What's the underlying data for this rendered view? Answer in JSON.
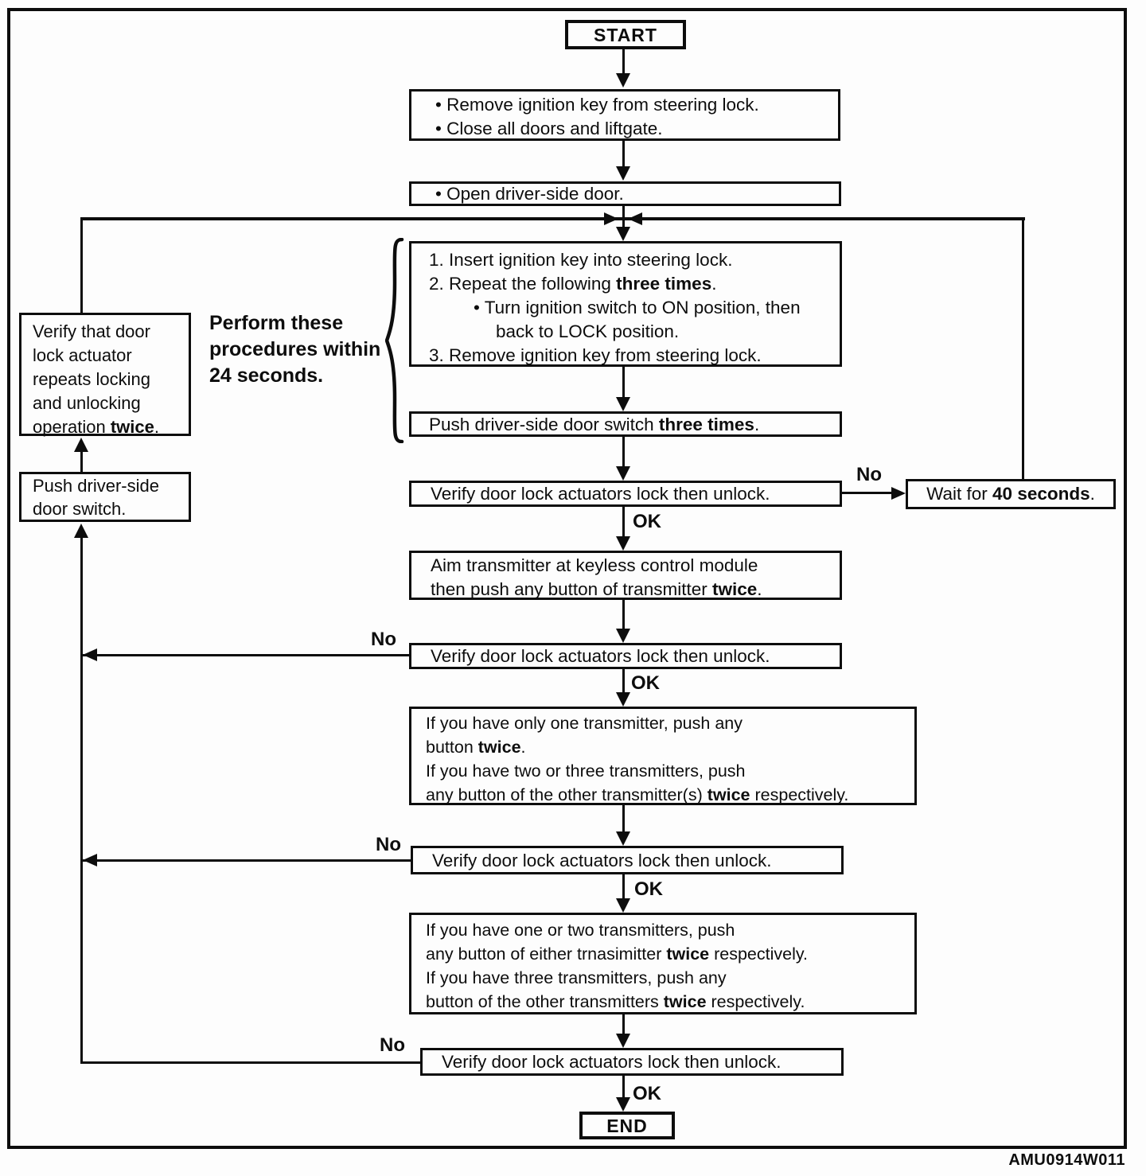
{
  "figure": {
    "code": "AMU0914W011",
    "labels": {
      "no": "No",
      "ok": "OK"
    },
    "start": {
      "label": "START"
    },
    "prep": {
      "line1": "• Remove ignition key from steering lock.",
      "line2": "• Close all doors and liftgate."
    },
    "open_door": {
      "line1": "• Open driver-side door."
    },
    "procedure": {
      "step1": "1. Insert ignition key into steering lock.",
      "step2_pre": "2. Repeat the following ",
      "step2_bold": "three times",
      "step2_post": ".",
      "step2_sub1": "• Turn ignition switch to ON position, then",
      "step2_sub2": "back to LOCK position.",
      "step3": "3. Remove ignition key from steering lock."
    },
    "timing_note": {
      "line1": "Perform these",
      "line2": "procedures within",
      "line3": "24 seconds."
    },
    "verify_actuator": {
      "line1": "Verify that door",
      "line2": "lock actuator",
      "line3": "repeats locking",
      "line4": "and unlocking",
      "line5_pre": "operation ",
      "line5_bold": "twice",
      "line5_post": "."
    },
    "push_door_switch": {
      "line1": "Push driver-side",
      "line2": "door switch."
    },
    "push_three_times": {
      "pre": "Push driver-side door switch ",
      "bold": "three times",
      "post": "."
    },
    "verify_lock": {
      "text": "Verify door lock actuators lock then unlock."
    },
    "wait": {
      "pre": "Wait for ",
      "bold": "40 seconds",
      "post": "."
    },
    "aim_transmitter": {
      "line1": "Aim transmitter at keyless control module",
      "line2_pre": "then push any button of transmitter ",
      "line2_bold": "twice",
      "line2_post": "."
    },
    "one_transmitter": {
      "line1": "If you have only one transmitter, push any",
      "line2_pre": "button ",
      "line2_bold": "twice",
      "line2_post": ".",
      "line3": "If you have two or three transmitters, push",
      "line4_pre": "any button of the other transmitter(s) ",
      "line4_bold": "twice",
      "line4_post": " respectively."
    },
    "other_transmitters": {
      "line1": "If you have one or two transmitters, push",
      "line2_pre": "any button of either trnasimitter ",
      "line2_bold": "twice",
      "line2_post": " respectively.",
      "line3": "If you have three transmitters, push any",
      "line4_pre": "button of the other transmitters ",
      "line4_bold": "twice",
      "line4_post": " respectively."
    },
    "end": {
      "label": "END"
    }
  }
}
